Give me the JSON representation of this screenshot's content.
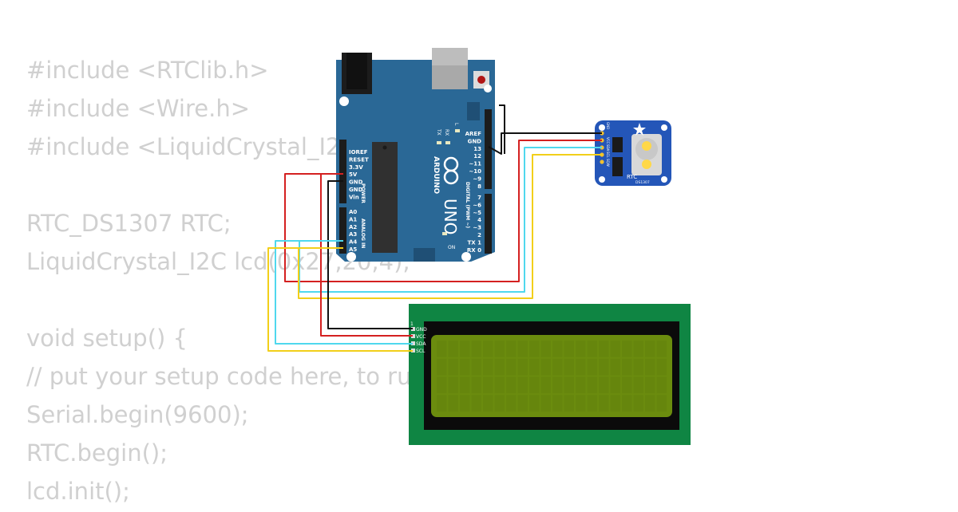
{
  "code_lines": [
    "#include <RTClib.h>",
    "#include <Wire.h>",
    "#include <LiquidCrystal_I2C.h>",
    "",
    "RTC_DS1307 RTC;",
    "LiquidCrystal_I2C lcd(0x27,20,4);",
    "",
    "void setup() {",
    "// put your setup code here, to run once:",
    "Serial.begin(9600);",
    "RTC.begin();",
    "lcd.init();"
  ],
  "arduino": {
    "brand": "ARDUINO",
    "model": "UNO",
    "left_header_labels": [
      "IOREF",
      "RESET",
      "3.3V",
      "5V",
      "GND",
      "GND",
      "Vin"
    ],
    "power_label": "POWER",
    "analog_labels": [
      "A0",
      "A1",
      "A2",
      "A3",
      "A4",
      "A5"
    ],
    "analog_title": "ANALOG IN",
    "top_labels": [
      "AREF",
      "GND",
      "13",
      "12",
      "~11",
      "~10",
      "~9",
      "8"
    ],
    "digital_labels": [
      "7",
      "~6",
      "~5",
      "4",
      "~3",
      "2",
      "TX 1",
      "RX 0"
    ],
    "digital_title": "DIGITAL (PWM ~)",
    "led_labels": [
      "L",
      "TX",
      "RX"
    ],
    "on_label": "ON"
  },
  "rtc_module": {
    "title": "RTC",
    "chip": "DS1307",
    "pins": [
      "GND",
      "VCC",
      "SDA",
      "SCL",
      "SQW"
    ]
  },
  "lcd": {
    "pin_labels": [
      "GND",
      "VCC",
      "SDA",
      "SCL"
    ],
    "rows": 4,
    "columns": 20
  },
  "colors": {
    "board": "#2a6896",
    "lcd_pcb": "#0f8543",
    "lcd_screen": "#6b8c0e",
    "rtc_board": "#2456b8",
    "wire_gnd": "#111111",
    "wire_vcc": "#d42020",
    "wire_sda": "#4fd8ee",
    "wire_scl": "#f2cf1a"
  }
}
